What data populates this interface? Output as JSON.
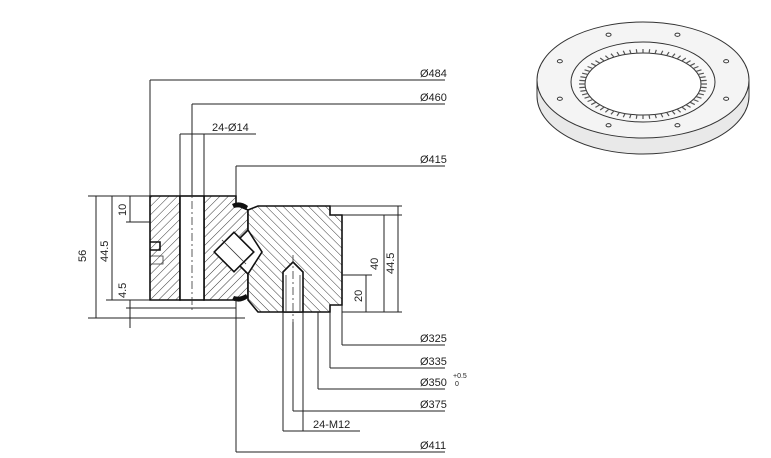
{
  "dimensions": {
    "d484": "Ø484",
    "d460": "Ø460",
    "holes_top": "24-Ø14",
    "d415": "Ø415",
    "d325": "Ø325",
    "d335": "Ø335",
    "d350": "Ø350",
    "d350_tol_upper": "+0.5",
    "d350_tol_lower": "0",
    "d375": "Ø375",
    "threads": "24-M12",
    "d411": "Ø411",
    "h56": "56",
    "h44_5_left": "44.5",
    "h10": "10",
    "h4_5": "4.5",
    "h40": "40",
    "h44_5_right": "44.5",
    "h20": "20"
  },
  "product": {
    "name": "crossed roller slewing ring bearing with internal gear",
    "gear_teeth_visible": 60,
    "mounting_holes": 8
  }
}
